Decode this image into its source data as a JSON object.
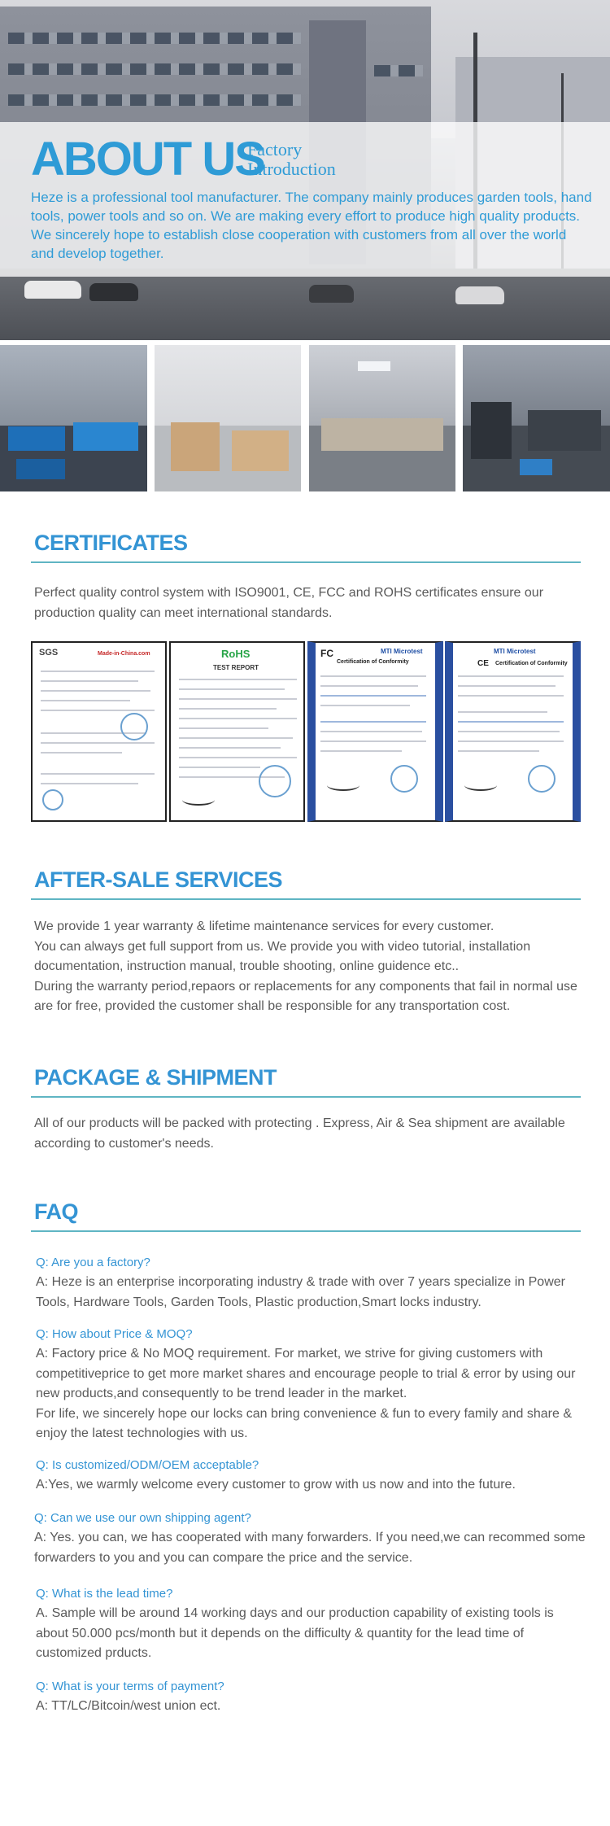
{
  "about": {
    "title": "ABOUT US",
    "subtitle_line1": "Factory",
    "subtitle_line2": "Introduction",
    "text": "Heze is a professional tool manufacturer. The company mainly produces garden tools, hand tools, power tools and so on. We are making every effort to produce high quality products. We sincerely hope to establish close cooperation with customers from all over the world and develop together."
  },
  "certificates": {
    "title": "CERTIFICATES",
    "text": "Perfect quality control system with ISO9001, CE, FCC and ROHS certificates ensure our production quality can meet international standards.",
    "cards": [
      {
        "header": "SGS",
        "brand": "Made-in-China.com"
      },
      {
        "header": "RoHS",
        "subheader": "TEST REPORT"
      },
      {
        "header": "FC",
        "brand": "MTI Microtest",
        "subheader": "Certification of Conformity"
      },
      {
        "header": "CE",
        "brand": "MTI Microtest",
        "subheader": "Certification of Conformity"
      }
    ]
  },
  "after_sale": {
    "title": "AFTER-SALE SERVICES",
    "lines": [
      "We provide 1 year warranty & lifetime maintenance services for every customer.",
      "You can always get full support from us. We provide you with video tutorial, installation documentation, instruction manual, trouble shooting, online guidence etc..",
      "During the warranty period,repaors or replacements for any components that fail in normal use are for free, provided the customer shall be responsible for any transportation cost."
    ]
  },
  "package": {
    "title": "PACKAGE & SHIPMENT",
    "text": "All of our products will be packed with protecting . Express, Air & Sea shipment are available according to customer's needs."
  },
  "faq": {
    "title": "FAQ",
    "items": [
      {
        "q": "Q: Are you a factory?",
        "a": "A: Heze is an enterprise incorporating industry & trade with over 7 years specialize in Power Tools, Hardware Tools, Garden Tools, Plastic production,Smart locks industry."
      },
      {
        "q": "Q: How about Price & MOQ?",
        "a": "A: Factory price & No MOQ requirement. For market, we strive for giving customers with competitiveprice to get more market shares and encourage people to trial & error by using our new products,and consequently to be trend leader in the market.",
        "a2": "For life, we sincerely hope our locks can bring convenience & fun to every family and share & enjoy the latest technologies with us."
      },
      {
        "q": "Q: Is customized/ODM/OEM acceptable?",
        "a": "A:Yes, we warmly welcome every customer to grow with us now and into the future."
      },
      {
        "q": "Q: Can we use our own shipping agent?",
        "a": "A: Yes. you can, we has cooperated with many forwarders. If you need,we can recommed some forwarders to you and you can compare the price and the service."
      },
      {
        "q": "Q: What is the lead time?",
        "a": "A. Sample will be around 14 working days and our production capability of existing tools is about 50.000 pcs/month but it depends on the difficulty & quantity for the lead time of customized prducts."
      },
      {
        "q": "Q: What is your terms of payment?",
        "a": "A: TT/LC/Bitcoin/west union ect."
      }
    ]
  },
  "colors": {
    "accent": "#3494d4",
    "rule": "#5fb5c3",
    "body_text": "#5a5a5a"
  }
}
